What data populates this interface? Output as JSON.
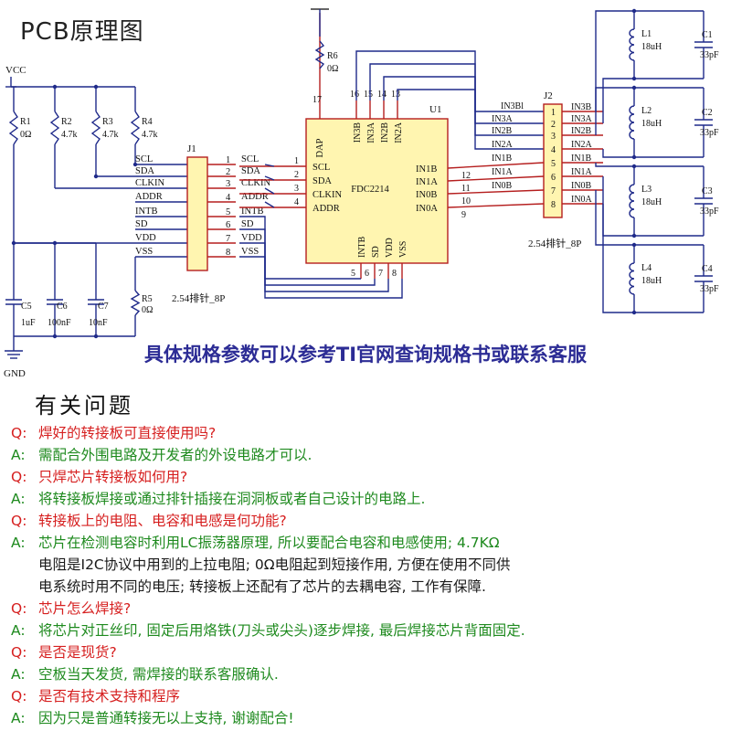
{
  "title": "PCB原理图",
  "note": "具体规格参数可以参考TI官网查询规格书或联系客服",
  "faq_heading": "有关问题",
  "faq": [
    {
      "tag": "Q:",
      "type": "q",
      "text": "焊好的转接板可直接使用吗?"
    },
    {
      "tag": "A:",
      "type": "a",
      "text": "需配合外围电路及开发者的外设电路才可以."
    },
    {
      "tag": "Q:",
      "type": "q",
      "text": "只焊芯片转接板如何用?"
    },
    {
      "tag": "A:",
      "type": "a",
      "text": "将转接板焊接或通过排针插接在洞洞板或者自己设计的电路上."
    },
    {
      "tag": "Q:",
      "type": "q",
      "text": "转接板上的电阻、电容和电感是何功能?"
    },
    {
      "tag": "A:",
      "type": "a",
      "text": "芯片在检测电容时利用LC振荡器原理, 所以要配合电容和电感使用; 4.7KΩ"
    },
    {
      "tag": "",
      "type": "cont",
      "text": "电阻是I2C协议中用到的上拉电阻; 0Ω电阻起到短接作用, 方便在使用不同供"
    },
    {
      "tag": "",
      "type": "cont",
      "text": "电系统时用不同的电压; 转接板上还配有了芯片的去耦电容, 工作有保障."
    },
    {
      "tag": "Q:",
      "type": "q",
      "text": "芯片怎么焊接?"
    },
    {
      "tag": "A:",
      "type": "a",
      "text": "将芯片对正丝印, 固定后用烙铁(刀头或尖头)逐步焊接, 最后焊接芯片背面固定."
    },
    {
      "tag": "Q:",
      "type": "q",
      "text": "是否是现货?"
    },
    {
      "tag": "A:",
      "type": "a",
      "text": "空板当天发货, 需焊接的联系客服确认."
    },
    {
      "tag": "Q:",
      "type": "q",
      "text": "是否有技术支持和程序"
    },
    {
      "tag": "A:",
      "type": "a",
      "text": "因为只是普通转接无以上支持, 谢谢配合!"
    }
  ],
  "schematic": {
    "vcc": "VCC",
    "gnd": "GND",
    "resistors": [
      {
        "ref": "R1",
        "val": "0Ω"
      },
      {
        "ref": "R2",
        "val": "4.7k"
      },
      {
        "ref": "R3",
        "val": "4.7k"
      },
      {
        "ref": "R4",
        "val": "4.7k"
      },
      {
        "ref": "R5",
        "val": "0Ω"
      },
      {
        "ref": "R6",
        "val": "0Ω"
      }
    ],
    "caps_left": [
      {
        "ref": "C5",
        "val": "1uF"
      },
      {
        "ref": "C6",
        "val": "100nF"
      },
      {
        "ref": "C7",
        "val": "10nF"
      }
    ],
    "j1": {
      "ref": "J1",
      "part": "2.54排针_8P",
      "nets": [
        "SCL",
        "SDA",
        "CLKIN",
        "ADDR",
        "INTB",
        "SD",
        "VDD",
        "VSS"
      ],
      "pins": [
        "1",
        "2",
        "3",
        "4",
        "5",
        "6",
        "7",
        "8"
      ]
    },
    "j2": {
      "ref": "J2",
      "part": "2.54排针_8P",
      "pins": [
        "1",
        "2",
        "3",
        "4",
        "5",
        "6",
        "7",
        "8"
      ],
      "nets_left": [
        "IN3A",
        "IN2B",
        "IN2A",
        "IN1B",
        "IN1A",
        "IN0B",
        "IN0A"
      ],
      "nets_right": [
        "IN3B",
        "IN3A",
        "IN2B",
        "IN2A",
        "IN1B",
        "IN1A",
        "IN0B",
        "IN0A"
      ],
      "top_left_label": "IN3Bl"
    },
    "u1": {
      "ref": "U1",
      "part": "FDC2214",
      "dap": "DAP",
      "left_pins": [
        {
          "name": "SCL",
          "num": "1"
        },
        {
          "name": "SDA",
          "num": "2"
        },
        {
          "name": "CLKIN",
          "num": "3"
        },
        {
          "name": "ADDR",
          "num": "4"
        }
      ],
      "top_pins": [
        {
          "name": "IN3B",
          "num": "16"
        },
        {
          "name": "IN3A",
          "num": "15"
        },
        {
          "name": "IN2B",
          "num": "14"
        },
        {
          "name": "IN2A",
          "num": "13"
        }
      ],
      "right_pins": [
        {
          "name": "IN1B",
          "num": "12"
        },
        {
          "name": "IN1A",
          "num": "11"
        },
        {
          "name": "IN0B",
          "num": "10"
        },
        {
          "name": "IN0A",
          "num": "9"
        }
      ],
      "bottom_pins": [
        {
          "name": "INTB",
          "num": "5"
        },
        {
          "name": "SD",
          "num": "6"
        },
        {
          "name": "VDD",
          "num": "7"
        },
        {
          "name": "VSS",
          "num": "8"
        }
      ],
      "dap_pin": "17"
    },
    "inductors": [
      {
        "ref": "L1",
        "val": "18uH"
      },
      {
        "ref": "L2",
        "val": "18uH"
      },
      {
        "ref": "L3",
        "val": "18uH"
      },
      {
        "ref": "L4",
        "val": "18uH"
      }
    ],
    "caps_right": [
      {
        "ref": "C1",
        "val": "33pF"
      },
      {
        "ref": "C2",
        "val": "33pF"
      },
      {
        "ref": "C3",
        "val": "33pF"
      },
      {
        "ref": "C4",
        "val": "33pF"
      }
    ]
  }
}
